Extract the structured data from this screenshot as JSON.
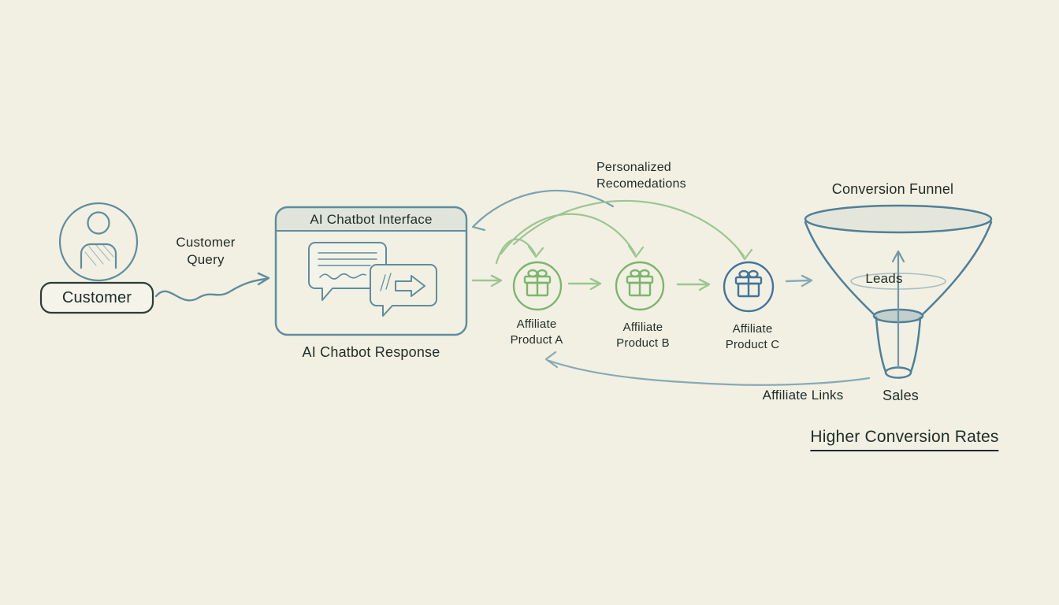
{
  "background_color": "#f2f0e3",
  "colors": {
    "teal_stroke": "#5f8d9d",
    "dark_text": "#1f2d28",
    "green_icon": "#7cb56d",
    "green_arrow": "#9cc690",
    "blue_icon": "#44749a",
    "funnel_stroke": "#4e8098"
  },
  "customer": {
    "label": "Customer"
  },
  "customer_query": {
    "line1": "Customer",
    "line2": "Query"
  },
  "chatbot": {
    "title": "AI Chatbot Interface",
    "caption": "AI Chatbot Response"
  },
  "recommendations": {
    "line1": "Personalized",
    "line2": "Recomedations"
  },
  "products": [
    {
      "line1": "Affiliate",
      "line2": "Product A"
    },
    {
      "line1": "Affiliate",
      "line2": "Product B"
    },
    {
      "line1": "Affiliate",
      "line2": "Product C"
    }
  ],
  "funnel": {
    "title": "Conversion Funnel",
    "leads_label": "Leads",
    "sales_label": "Sales"
  },
  "affiliate_links": {
    "label": "Affiliate Links"
  },
  "footer": {
    "label": "Higher Conversion Rates"
  }
}
